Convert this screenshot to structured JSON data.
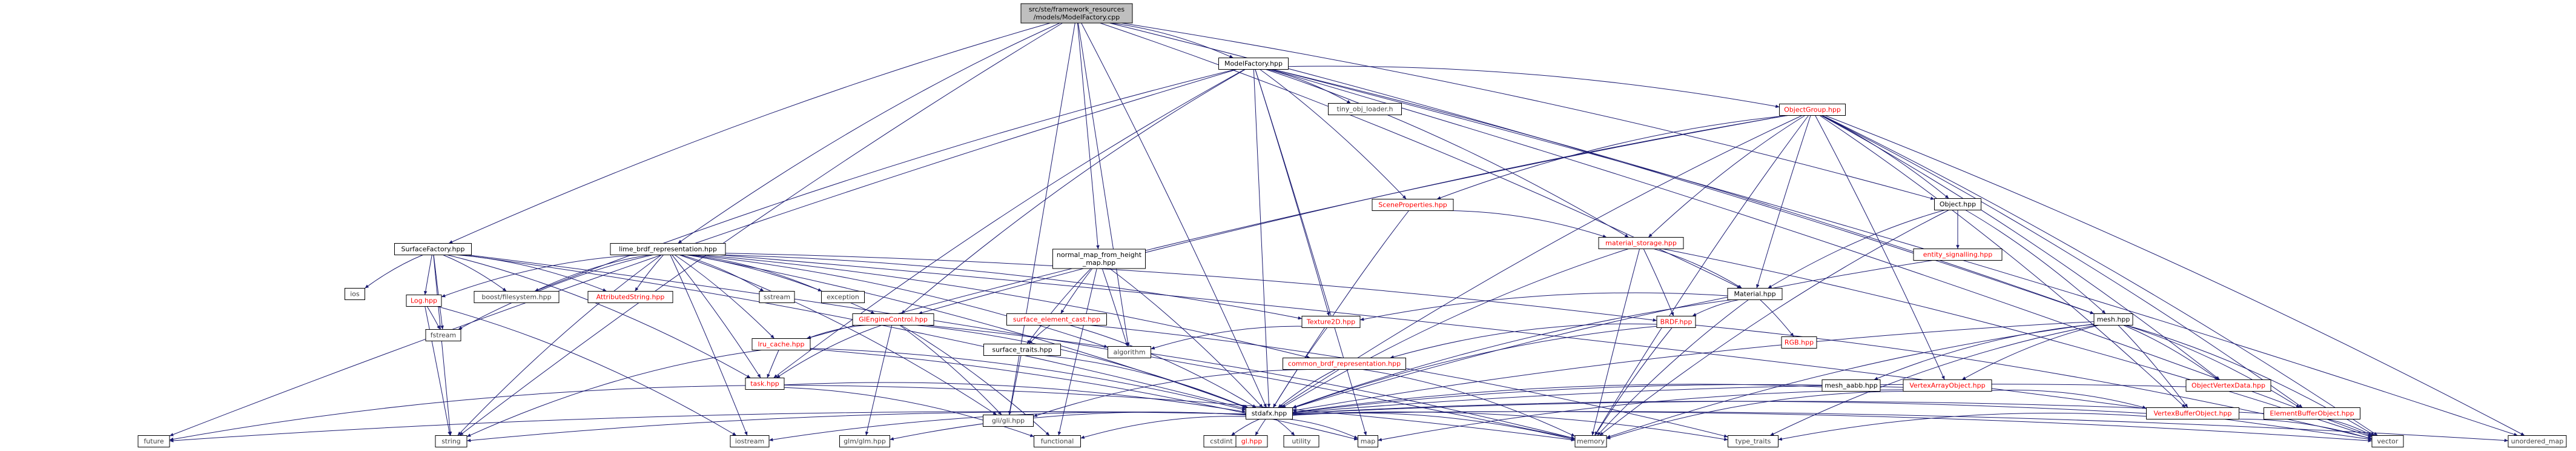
{
  "graph": {
    "colors": {
      "edge": "#191970",
      "root_fill": "#bfbfbf",
      "box_fill": "#ffffff",
      "black_text": "#000000",
      "red_text": "#ff0000",
      "gray_text": "#404040",
      "gray_border": "#bfbfbf"
    },
    "nodes": [
      {
        "id": "root",
        "lines": [
          "src/ste/framework_resources",
          "/models/ModelFactory.cpp"
        ],
        "style": "root"
      },
      {
        "id": "mfh",
        "lines": [
          "ModelFactory.hpp"
        ],
        "style": "black"
      },
      {
        "id": "og",
        "lines": [
          "ObjectGroup.hpp"
        ],
        "style": "red"
      },
      {
        "id": "sp",
        "lines": [
          "SceneProperties.hpp"
        ],
        "style": "red"
      },
      {
        "id": "tiny",
        "lines": [
          "tiny_obj_loader.h"
        ],
        "style": "gray"
      },
      {
        "id": "obj",
        "lines": [
          "Object.hpp"
        ],
        "style": "black"
      },
      {
        "id": "ms",
        "lines": [
          "material_storage.hpp"
        ],
        "style": "red"
      },
      {
        "id": "sf",
        "lines": [
          "SurfaceFactory.hpp"
        ],
        "style": "black"
      },
      {
        "id": "tbrdf",
        "lines": [
          "lime_brdf_representation.hpp"
        ],
        "style": "black"
      },
      {
        "id": "nmap",
        "lines": [
          "normal_map_from_height",
          "_map.hpp"
        ],
        "style": "black"
      },
      {
        "id": "mat",
        "lines": [
          "Material.hpp"
        ],
        "style": "black"
      },
      {
        "id": "es",
        "lines": [
          "entity_signalling.hpp"
        ],
        "style": "red"
      },
      {
        "id": "ios",
        "lines": [
          "ios"
        ],
        "style": "gray"
      },
      {
        "id": "bfs",
        "lines": [
          "boost/filesystem.hpp"
        ],
        "style": "gray"
      },
      {
        "id": "astr",
        "lines": [
          "AttributedString.hpp"
        ],
        "style": "red"
      },
      {
        "id": "log",
        "lines": [
          "Log.hpp"
        ],
        "style": "red"
      },
      {
        "id": "sstream",
        "lines": [
          "sstream"
        ],
        "style": "gray"
      },
      {
        "id": "exc",
        "lines": [
          "exception"
        ],
        "style": "gray"
      },
      {
        "id": "gle",
        "lines": [
          "GIEngineControl.hpp"
        ],
        "style": "red"
      },
      {
        "id": "sec",
        "lines": [
          "surface_element_cast.hpp"
        ],
        "style": "red"
      },
      {
        "id": "tex",
        "lines": [
          "Texture2D.hpp"
        ],
        "style": "red"
      },
      {
        "id": "brdf",
        "lines": [
          "BRDF.hpp"
        ],
        "style": "red"
      },
      {
        "id": "rgb",
        "lines": [
          "RGB.hpp"
        ],
        "style": "red"
      },
      {
        "id": "mesh",
        "lines": [
          "mesh.hpp"
        ],
        "style": "black"
      },
      {
        "id": "fstream",
        "lines": [
          "fstream"
        ],
        "style": "gray"
      },
      {
        "id": "lru",
        "lines": [
          "lru_cache.hpp"
        ],
        "style": "red"
      },
      {
        "id": "strt",
        "lines": [
          "surface_traits.hpp"
        ],
        "style": "black"
      },
      {
        "id": "alg",
        "lines": [
          "algorithm"
        ],
        "style": "gray"
      },
      {
        "id": "cbrdf",
        "lines": [
          "common_brdf_representation.hpp"
        ],
        "style": "red"
      },
      {
        "id": "maabb",
        "lines": [
          "mesh_aabb.hpp"
        ],
        "style": "black"
      },
      {
        "id": "vao",
        "lines": [
          "VertexArrayObject.hpp"
        ],
        "style": "red"
      },
      {
        "id": "ovd",
        "lines": [
          "ObjectVertexData.hpp"
        ],
        "style": "red"
      },
      {
        "id": "task",
        "lines": [
          "task.hpp"
        ],
        "style": "red"
      },
      {
        "id": "glgl",
        "lines": [
          "gli/gli.hpp"
        ],
        "style": "gray"
      },
      {
        "id": "stdafx",
        "lines": [
          "stdafx.hpp"
        ],
        "style": "black"
      },
      {
        "id": "vbo",
        "lines": [
          "VertexBufferObject.hpp"
        ],
        "style": "red"
      },
      {
        "id": "ebo",
        "lines": [
          "ElementBufferObject.hpp"
        ],
        "style": "red"
      },
      {
        "id": "future",
        "lines": [
          "future"
        ],
        "style": "gray"
      },
      {
        "id": "string",
        "lines": [
          "string"
        ],
        "style": "gray"
      },
      {
        "id": "iostream",
        "lines": [
          "iostream"
        ],
        "style": "gray"
      },
      {
        "id": "glmglm",
        "lines": [
          "glm/glm.hpp"
        ],
        "style": "gray"
      },
      {
        "id": "functional",
        "lines": [
          "functional"
        ],
        "style": "gray"
      },
      {
        "id": "cstdint",
        "lines": [
          "cstdint"
        ],
        "style": "gray"
      },
      {
        "id": "glhpp",
        "lines": [
          "gl.hpp"
        ],
        "style": "red"
      },
      {
        "id": "utility",
        "lines": [
          "utility"
        ],
        "style": "gray"
      },
      {
        "id": "map",
        "lines": [
          "map"
        ],
        "style": "gray"
      },
      {
        "id": "memory",
        "lines": [
          "memory"
        ],
        "style": "gray"
      },
      {
        "id": "type_traits",
        "lines": [
          "type_traits"
        ],
        "style": "gray"
      },
      {
        "id": "vector",
        "lines": [
          "vector"
        ],
        "style": "gray"
      },
      {
        "id": "umap",
        "lines": [
          "unordered_map"
        ],
        "style": "gray"
      }
    ],
    "edges": [
      [
        "root",
        "mfh"
      ],
      [
        "root",
        "sf"
      ],
      [
        "root",
        "tbrdf"
      ],
      [
        "root",
        "nmap"
      ],
      [
        "root",
        "mat"
      ],
      [
        "root",
        "obj"
      ],
      [
        "root",
        "mesh"
      ],
      [
        "root",
        "alg"
      ],
      [
        "root",
        "stdafx"
      ],
      [
        "root",
        "string"
      ],
      [
        "root",
        "glgl"
      ],
      [
        "mfh",
        "og"
      ],
      [
        "mfh",
        "sp"
      ],
      [
        "mfh",
        "tiny"
      ],
      [
        "mfh",
        "ms"
      ],
      [
        "mfh",
        "gle"
      ],
      [
        "mfh",
        "tex"
      ],
      [
        "mfh",
        "task"
      ],
      [
        "mfh",
        "bfs"
      ],
      [
        "mfh",
        "future"
      ],
      [
        "mfh",
        "mesh"
      ],
      [
        "mfh",
        "vector"
      ],
      [
        "mfh",
        "map"
      ],
      [
        "mfh",
        "umap"
      ],
      [
        "mfh",
        "stdafx"
      ],
      [
        "og",
        "sp"
      ],
      [
        "og",
        "ms"
      ],
      [
        "og",
        "obj"
      ],
      [
        "og",
        "mat"
      ],
      [
        "og",
        "vao"
      ],
      [
        "og",
        "ovd"
      ],
      [
        "og",
        "vbo"
      ],
      [
        "og",
        "ebo"
      ],
      [
        "og",
        "stdafx"
      ],
      [
        "og",
        "memory"
      ],
      [
        "og",
        "vector"
      ],
      [
        "og",
        "umap"
      ],
      [
        "og",
        "gle"
      ],
      [
        "og",
        "lru"
      ],
      [
        "sp",
        "ms"
      ],
      [
        "sp",
        "stdafx"
      ],
      [
        "ms",
        "mat"
      ],
      [
        "ms",
        "brdf"
      ],
      [
        "ms",
        "stdafx"
      ],
      [
        "ms",
        "memory"
      ],
      [
        "ms",
        "vector"
      ],
      [
        "obj",
        "mat"
      ],
      [
        "obj",
        "es"
      ],
      [
        "obj",
        "mesh"
      ],
      [
        "obj",
        "memory"
      ],
      [
        "mat",
        "tex"
      ],
      [
        "mat",
        "brdf"
      ],
      [
        "mat",
        "rgb"
      ],
      [
        "mat",
        "memory"
      ],
      [
        "mat",
        "stdafx"
      ],
      [
        "es",
        "stdafx"
      ],
      [
        "sf",
        "ios"
      ],
      [
        "sf",
        "bfs"
      ],
      [
        "sf",
        "astr"
      ],
      [
        "sf",
        "log"
      ],
      [
        "sf",
        "fstream"
      ],
      [
        "sf",
        "task"
      ],
      [
        "sf",
        "string"
      ],
      [
        "sf",
        "stdafx"
      ],
      [
        "sf",
        "memory"
      ],
      [
        "tbrdf",
        "bfs"
      ],
      [
        "tbrdf",
        "astr"
      ],
      [
        "tbrdf",
        "log"
      ],
      [
        "tbrdf",
        "sstream"
      ],
      [
        "tbrdf",
        "exc"
      ],
      [
        "tbrdf",
        "gle"
      ],
      [
        "tbrdf",
        "tex"
      ],
      [
        "tbrdf",
        "brdf"
      ],
      [
        "tbrdf",
        "cbrdf"
      ],
      [
        "tbrdf",
        "lru"
      ],
      [
        "tbrdf",
        "task"
      ],
      [
        "tbrdf",
        "stdafx"
      ],
      [
        "tbrdf",
        "string"
      ],
      [
        "tbrdf",
        "fstream"
      ],
      [
        "tbrdf",
        "iostream"
      ],
      [
        "tbrdf",
        "alg"
      ],
      [
        "tbrdf",
        "glgl"
      ],
      [
        "tbrdf",
        "vector"
      ],
      [
        "nmap",
        "sec"
      ],
      [
        "nmap",
        "strt"
      ],
      [
        "nmap",
        "stdafx"
      ],
      [
        "nmap",
        "alg"
      ],
      [
        "nmap",
        "functional"
      ],
      [
        "gle",
        "lru"
      ],
      [
        "gle",
        "task"
      ],
      [
        "gle",
        "stdafx"
      ],
      [
        "gle",
        "glmglm"
      ],
      [
        "gle",
        "functional"
      ],
      [
        "gle",
        "memory"
      ],
      [
        "gle",
        "glgl"
      ],
      [
        "sec",
        "strt"
      ],
      [
        "sec",
        "stdafx"
      ],
      [
        "sec",
        "type_traits"
      ],
      [
        "tex",
        "stdafx"
      ],
      [
        "tex",
        "alg"
      ],
      [
        "brdf",
        "cbrdf"
      ],
      [
        "brdf",
        "stdafx"
      ],
      [
        "brdf",
        "memory"
      ],
      [
        "brdf",
        "vector"
      ],
      [
        "log",
        "fstream"
      ],
      [
        "log",
        "string"
      ],
      [
        "log",
        "iostream"
      ],
      [
        "lru",
        "task"
      ],
      [
        "lru",
        "string"
      ],
      [
        "lru",
        "stdafx"
      ],
      [
        "lru",
        "map"
      ],
      [
        "strt",
        "glgl"
      ],
      [
        "strt",
        "stdafx"
      ],
      [
        "cbrdf",
        "stdafx"
      ],
      [
        "cbrdf",
        "glgl"
      ],
      [
        "cbrdf",
        "memory"
      ],
      [
        "mesh",
        "maabb"
      ],
      [
        "mesh",
        "vao"
      ],
      [
        "mesh",
        "ovd"
      ],
      [
        "mesh",
        "vbo"
      ],
      [
        "mesh",
        "ebo"
      ],
      [
        "mesh",
        "stdafx"
      ],
      [
        "mesh",
        "memory"
      ],
      [
        "mesh",
        "vector"
      ],
      [
        "mesh",
        "type_traits"
      ],
      [
        "maabb",
        "stdafx"
      ],
      [
        "vao",
        "vbo"
      ],
      [
        "vao",
        "stdafx"
      ],
      [
        "vao",
        "memory"
      ],
      [
        "vao",
        "map"
      ],
      [
        "ovd",
        "stdafx"
      ],
      [
        "vbo",
        "stdafx"
      ],
      [
        "vbo",
        "type_traits"
      ],
      [
        "vbo",
        "vector"
      ],
      [
        "ebo",
        "stdafx"
      ],
      [
        "ebo",
        "vector"
      ],
      [
        "task",
        "stdafx"
      ],
      [
        "task",
        "future"
      ],
      [
        "task",
        "functional"
      ],
      [
        "task",
        "memory"
      ],
      [
        "stdafx",
        "string"
      ],
      [
        "stdafx",
        "iostream"
      ],
      [
        "stdafx",
        "glmglm"
      ],
      [
        "stdafx",
        "functional"
      ],
      [
        "stdafx",
        "cstdint"
      ],
      [
        "stdafx",
        "glhpp"
      ],
      [
        "stdafx",
        "utility"
      ],
      [
        "stdafx",
        "map"
      ],
      [
        "stdafx",
        "memory"
      ],
      [
        "stdafx",
        "type_traits"
      ],
      [
        "stdafx",
        "vector"
      ],
      [
        "stdafx",
        "umap"
      ],
      [
        "stdafx",
        "future"
      ]
    ]
  }
}
